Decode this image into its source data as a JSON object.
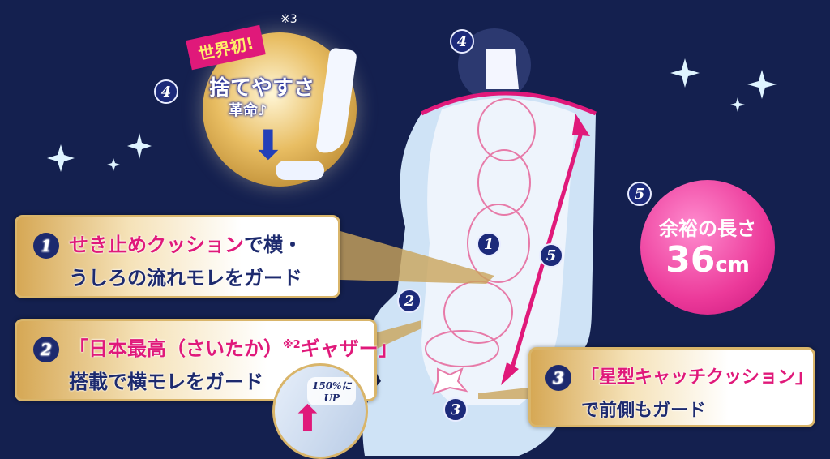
{
  "badge": {
    "ribbon": "世界初!",
    "note": "※3",
    "title": "捨てやすさ",
    "subtitle": "革命♪"
  },
  "markers": {
    "badge_4": "4",
    "pad_top_4": "4",
    "length_5": "5",
    "pad_1": "1",
    "pad_5": "5",
    "pad_2": "2",
    "pad_3": "3"
  },
  "length_badge": {
    "line1": "余裕の長さ",
    "value": "36",
    "unit": "cm"
  },
  "callouts": [
    {
      "num": "1",
      "highlight": "せき止めクッション",
      "rest1": "で横・",
      "line2": "うしろの流れモレをガード"
    },
    {
      "num": "2",
      "highlight": "「日本最高（さいたか）",
      "note": "※2",
      "highlight2": "ギャザー」",
      "line2": "搭載で横モレをガード"
    },
    {
      "num": "3",
      "highlight": "「星型キャッチクッション」",
      "line2": "で前側もガード"
    }
  ],
  "inset": {
    "label1": "150%に",
    "label2": "UP"
  },
  "colors": {
    "background": "#14204f",
    "pink": "#e0197a",
    "gold": "#d9b56a",
    "navy": "#1d2a6e"
  }
}
